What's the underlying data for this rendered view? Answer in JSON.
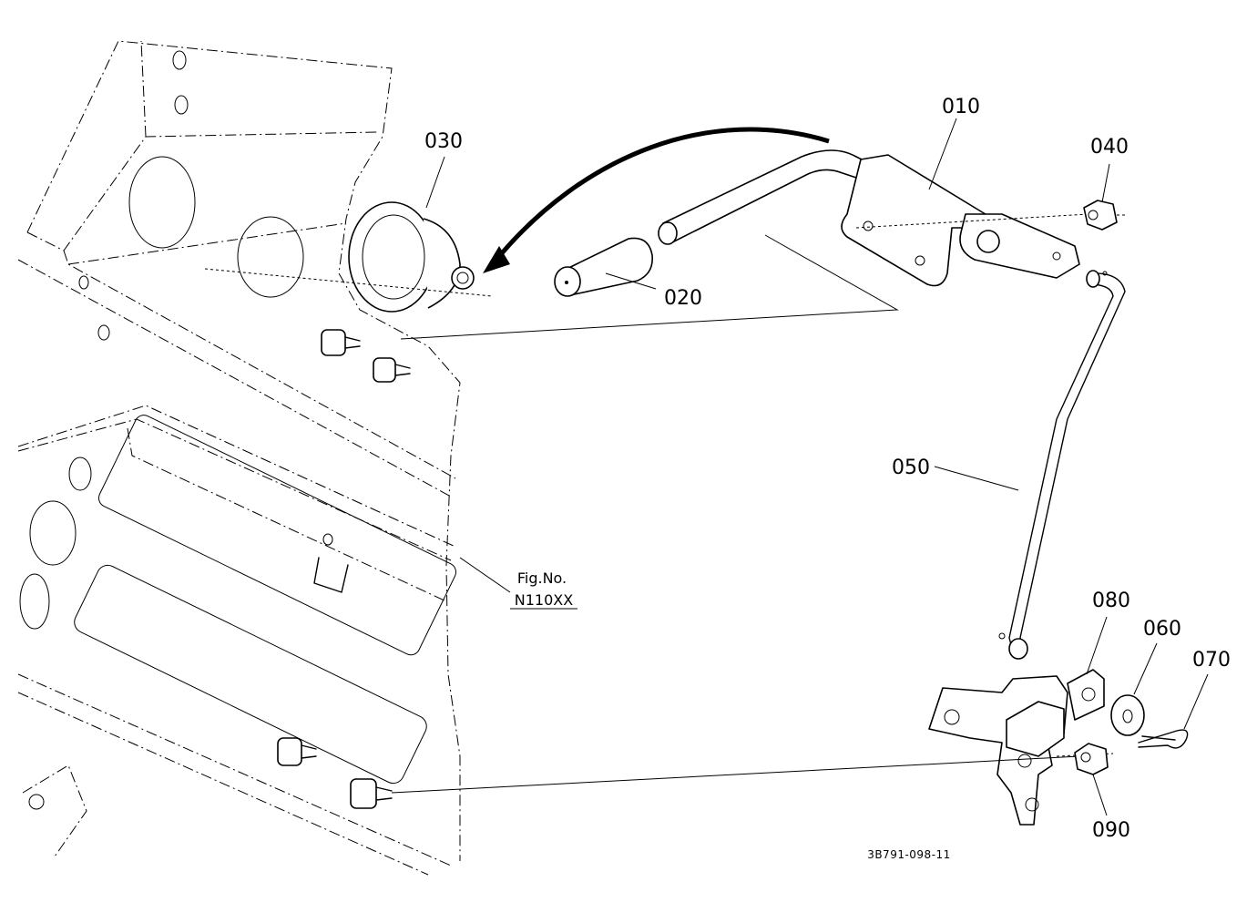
{
  "parts": {
    "p010": "010",
    "p020": "020",
    "p030": "030",
    "p040": "040",
    "p050": "050",
    "p060": "060",
    "p070": "070",
    "p080": "080",
    "p090": "090"
  },
  "figure_ref": {
    "line1": "Fig.No.",
    "line2": "N110XX"
  },
  "drawing_code": "3B791-098-11"
}
